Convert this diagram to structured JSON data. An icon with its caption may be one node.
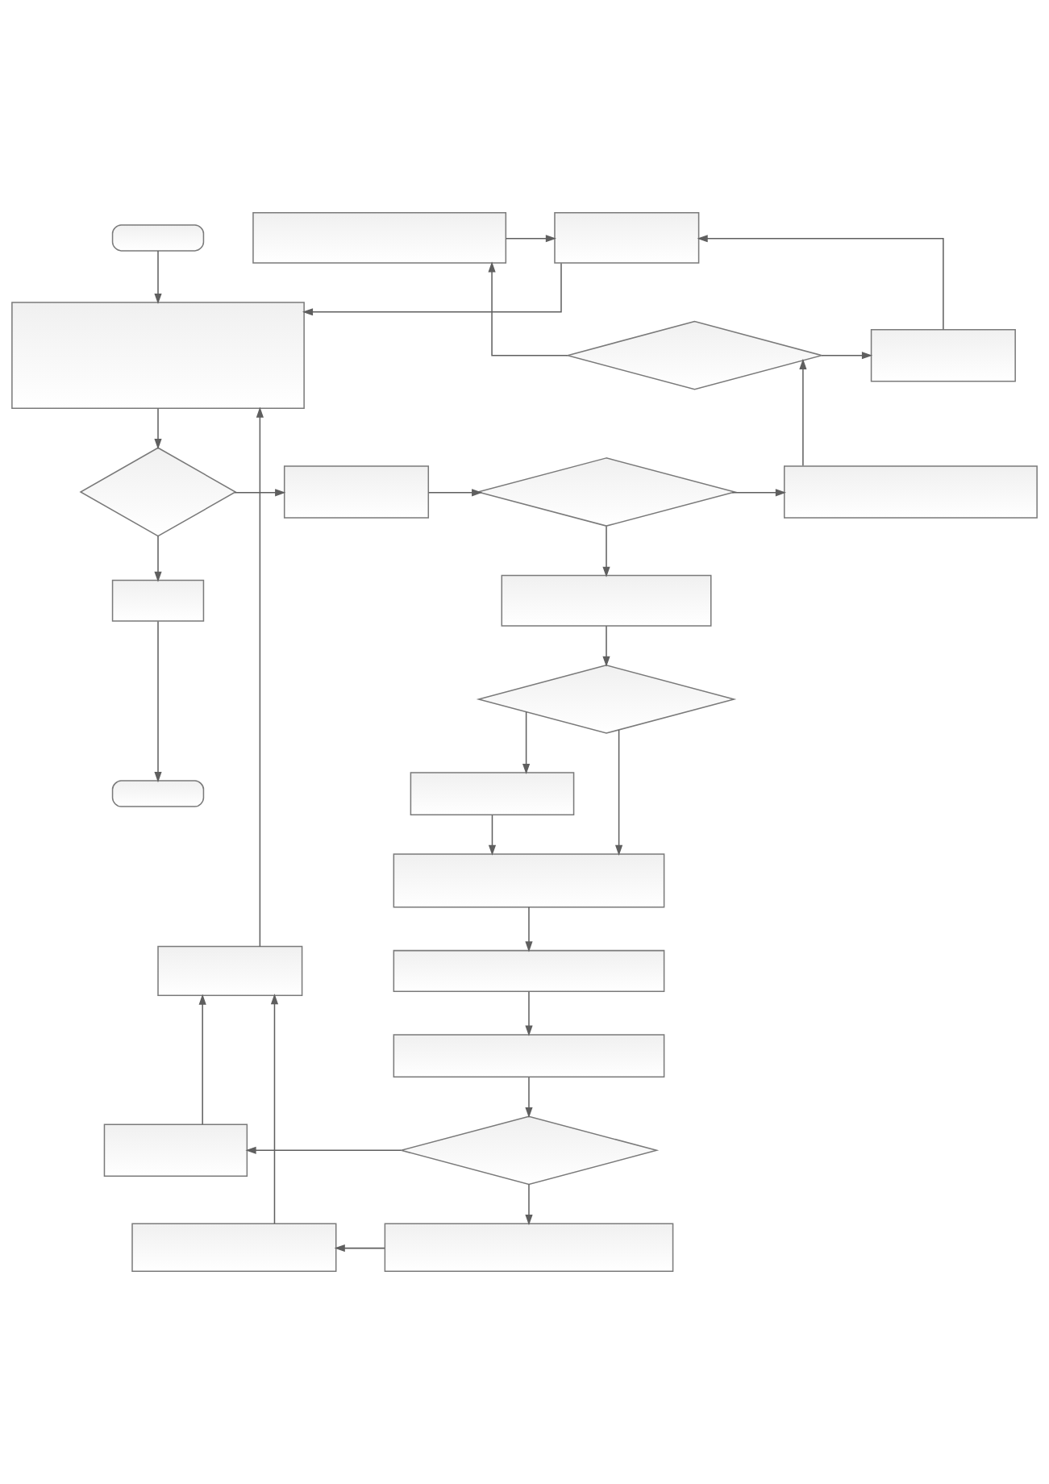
{
  "diagram": {
    "nodes": [
      {
        "text": [],
        "shape": "oval"
      },
      {
        "text": [],
        "shape": "box"
      },
      {
        "text": [],
        "shape": "diamond"
      },
      {
        "text": [],
        "shape": "box"
      },
      {
        "text": [],
        "shape": "diamond"
      },
      {
        "text": [],
        "shape": "box"
      },
      {
        "text": [],
        "shape": "diamond"
      },
      {
        "text": [],
        "shape": "box"
      },
      {
        "text": [],
        "shape": "box"
      },
      {
        "text": [],
        "shape": "box"
      },
      {
        "text": [],
        "shape": "box"
      },
      {
        "text": [],
        "shape": "diamond"
      },
      {
        "text": [],
        "shape": "box"
      },
      {
        "text": [],
        "shape": "box"
      },
      {
        "text": [],
        "shape": "box"
      },
      {
        "text": [],
        "shape": "box"
      },
      {
        "text": [],
        "shape": "diamond"
      },
      {
        "text": [],
        "shape": "box"
      },
      {
        "text": [],
        "shape": "box"
      },
      {
        "text": [],
        "shape": "box"
      },
      {
        "text": [],
        "shape": "box"
      },
      {
        "text": [],
        "shape": "box"
      },
      {
        "text": [],
        "shape": "oval"
      }
    ],
    "edges": [
      {
        "from": 0,
        "to": 1,
        "arrow": "to"
      },
      {
        "from": 1,
        "to": 2,
        "arrow": "to"
      },
      {
        "from": 2,
        "to": 3,
        "arrow": "to"
      },
      {
        "from": 2,
        "to": 21,
        "arrow": "to"
      },
      {
        "from": 21,
        "to": 22,
        "arrow": "to"
      },
      {
        "from": 3,
        "to": 4,
        "arrow": "to"
      },
      {
        "from": 4,
        "to": 5,
        "arrow": "to"
      },
      {
        "from": 4,
        "to": 10,
        "arrow": "to"
      },
      {
        "from": 5,
        "to": 6,
        "arrow": "to"
      },
      {
        "from": 6,
        "to": 7,
        "arrow": "to"
      },
      {
        "from": 6,
        "to": 8,
        "arrow": "to"
      },
      {
        "from": 7,
        "to": 9,
        "arrow": "to"
      },
      {
        "from": 8,
        "to": 9,
        "arrow": "to"
      },
      {
        "from": 9,
        "to": 1,
        "arrow": "to"
      },
      {
        "from": 10,
        "to": 11,
        "arrow": "to"
      },
      {
        "from": 11,
        "to": 12,
        "arrow": "to"
      },
      {
        "from": 11,
        "to": 13,
        "arrow": "to"
      },
      {
        "from": 12,
        "to": 13,
        "arrow": "to"
      },
      {
        "from": 13,
        "to": 14,
        "arrow": "to"
      },
      {
        "from": 14,
        "to": 15,
        "arrow": "to"
      },
      {
        "from": 15,
        "to": 16,
        "arrow": "to"
      },
      {
        "from": 16,
        "to": 17,
        "arrow": "to"
      },
      {
        "from": 16,
        "to": 18,
        "arrow": "to"
      },
      {
        "from": 17,
        "to": 20,
        "arrow": "to"
      },
      {
        "from": 18,
        "to": 19,
        "arrow": "to"
      },
      {
        "from": 19,
        "to": 20,
        "arrow": "to"
      },
      {
        "from": 20,
        "to": 1,
        "arrow": "to"
      }
    ]
  }
}
